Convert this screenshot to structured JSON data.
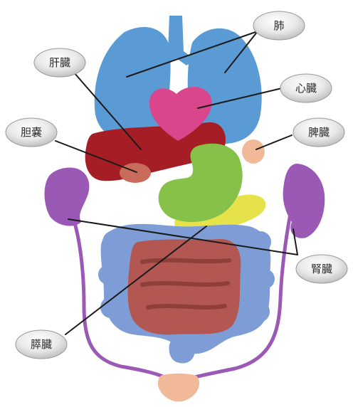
{
  "diagram": {
    "colors": {
      "lung": "#5b9bd5",
      "liver": "#a51e25",
      "heart": "#d9468c",
      "gallbladder": "#c86b5a",
      "stomach": "#86c24a",
      "pancreas": "#e6e34a",
      "spleen": "#f2b999",
      "kidney": "#9b59b6",
      "colon": "#7e9dd6",
      "small_intestine": "#b35752",
      "bladder": "#f2b999",
      "bubble": "#e6e6e6"
    },
    "labels": {
      "lung": "肺",
      "liver": "肝臓",
      "heart": "心臓",
      "gallbladder": "胆嚢",
      "spleen": "脾臓",
      "kidney": "腎臓",
      "pancreas": "膵臓"
    }
  }
}
